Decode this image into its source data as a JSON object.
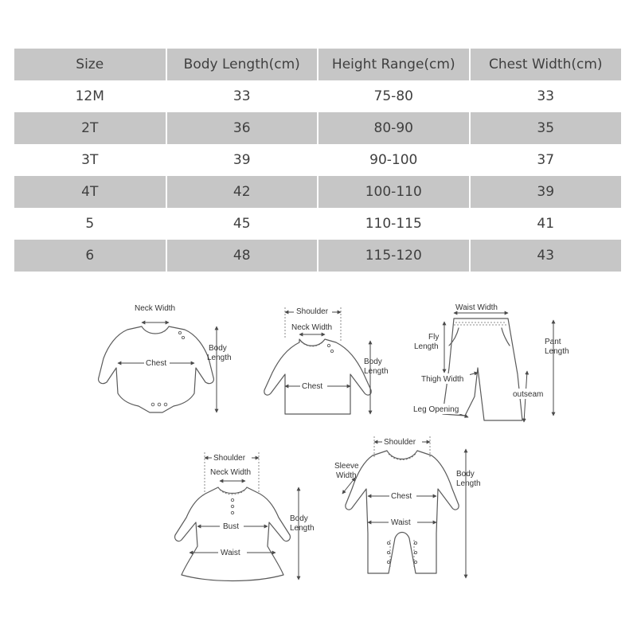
{
  "size_table": {
    "headers": [
      "Size",
      "Body Length(cm)",
      "Height Range(cm)",
      "Chest Width(cm)"
    ],
    "rows": [
      [
        "12M",
        "33",
        "75-80",
        "33"
      ],
      [
        "2T",
        "36",
        "80-90",
        "35"
      ],
      [
        "3T",
        "39",
        "90-100",
        "37"
      ],
      [
        "4T",
        "42",
        "100-110",
        "39"
      ],
      [
        "5",
        "45",
        "110-115",
        "41"
      ],
      [
        "6",
        "48",
        "115-120",
        "43"
      ]
    ]
  },
  "guides": {
    "bodysuit": {
      "neck": "Neck Width",
      "chest": "Chest",
      "len1": "Body",
      "len2": "Length"
    },
    "shirt": {
      "shoulder": "Shoulder",
      "neck": "Neck Width",
      "chest": "Chest",
      "len1": "Body",
      "len2": "Length"
    },
    "pants": {
      "waist": "Waist Width",
      "fly1": "Fly",
      "fly2": "Length",
      "pant1": "Pant",
      "pant2": "Length",
      "thigh": "Thigh Width",
      "outseam": "outseam",
      "leg": "Leg Opening"
    },
    "dress": {
      "shoulder": "Shoulder",
      "neck": "Neck Width",
      "bust": "Bust",
      "waist": "Waist",
      "len1": "Body",
      "len2": "Length"
    },
    "romper": {
      "shoulder": "Shoulder",
      "sleeve1": "Sleeve",
      "sleeve2": "Width",
      "chest": "Chest",
      "waist": "Waist",
      "len1": "Body",
      "len2": "Length"
    }
  }
}
